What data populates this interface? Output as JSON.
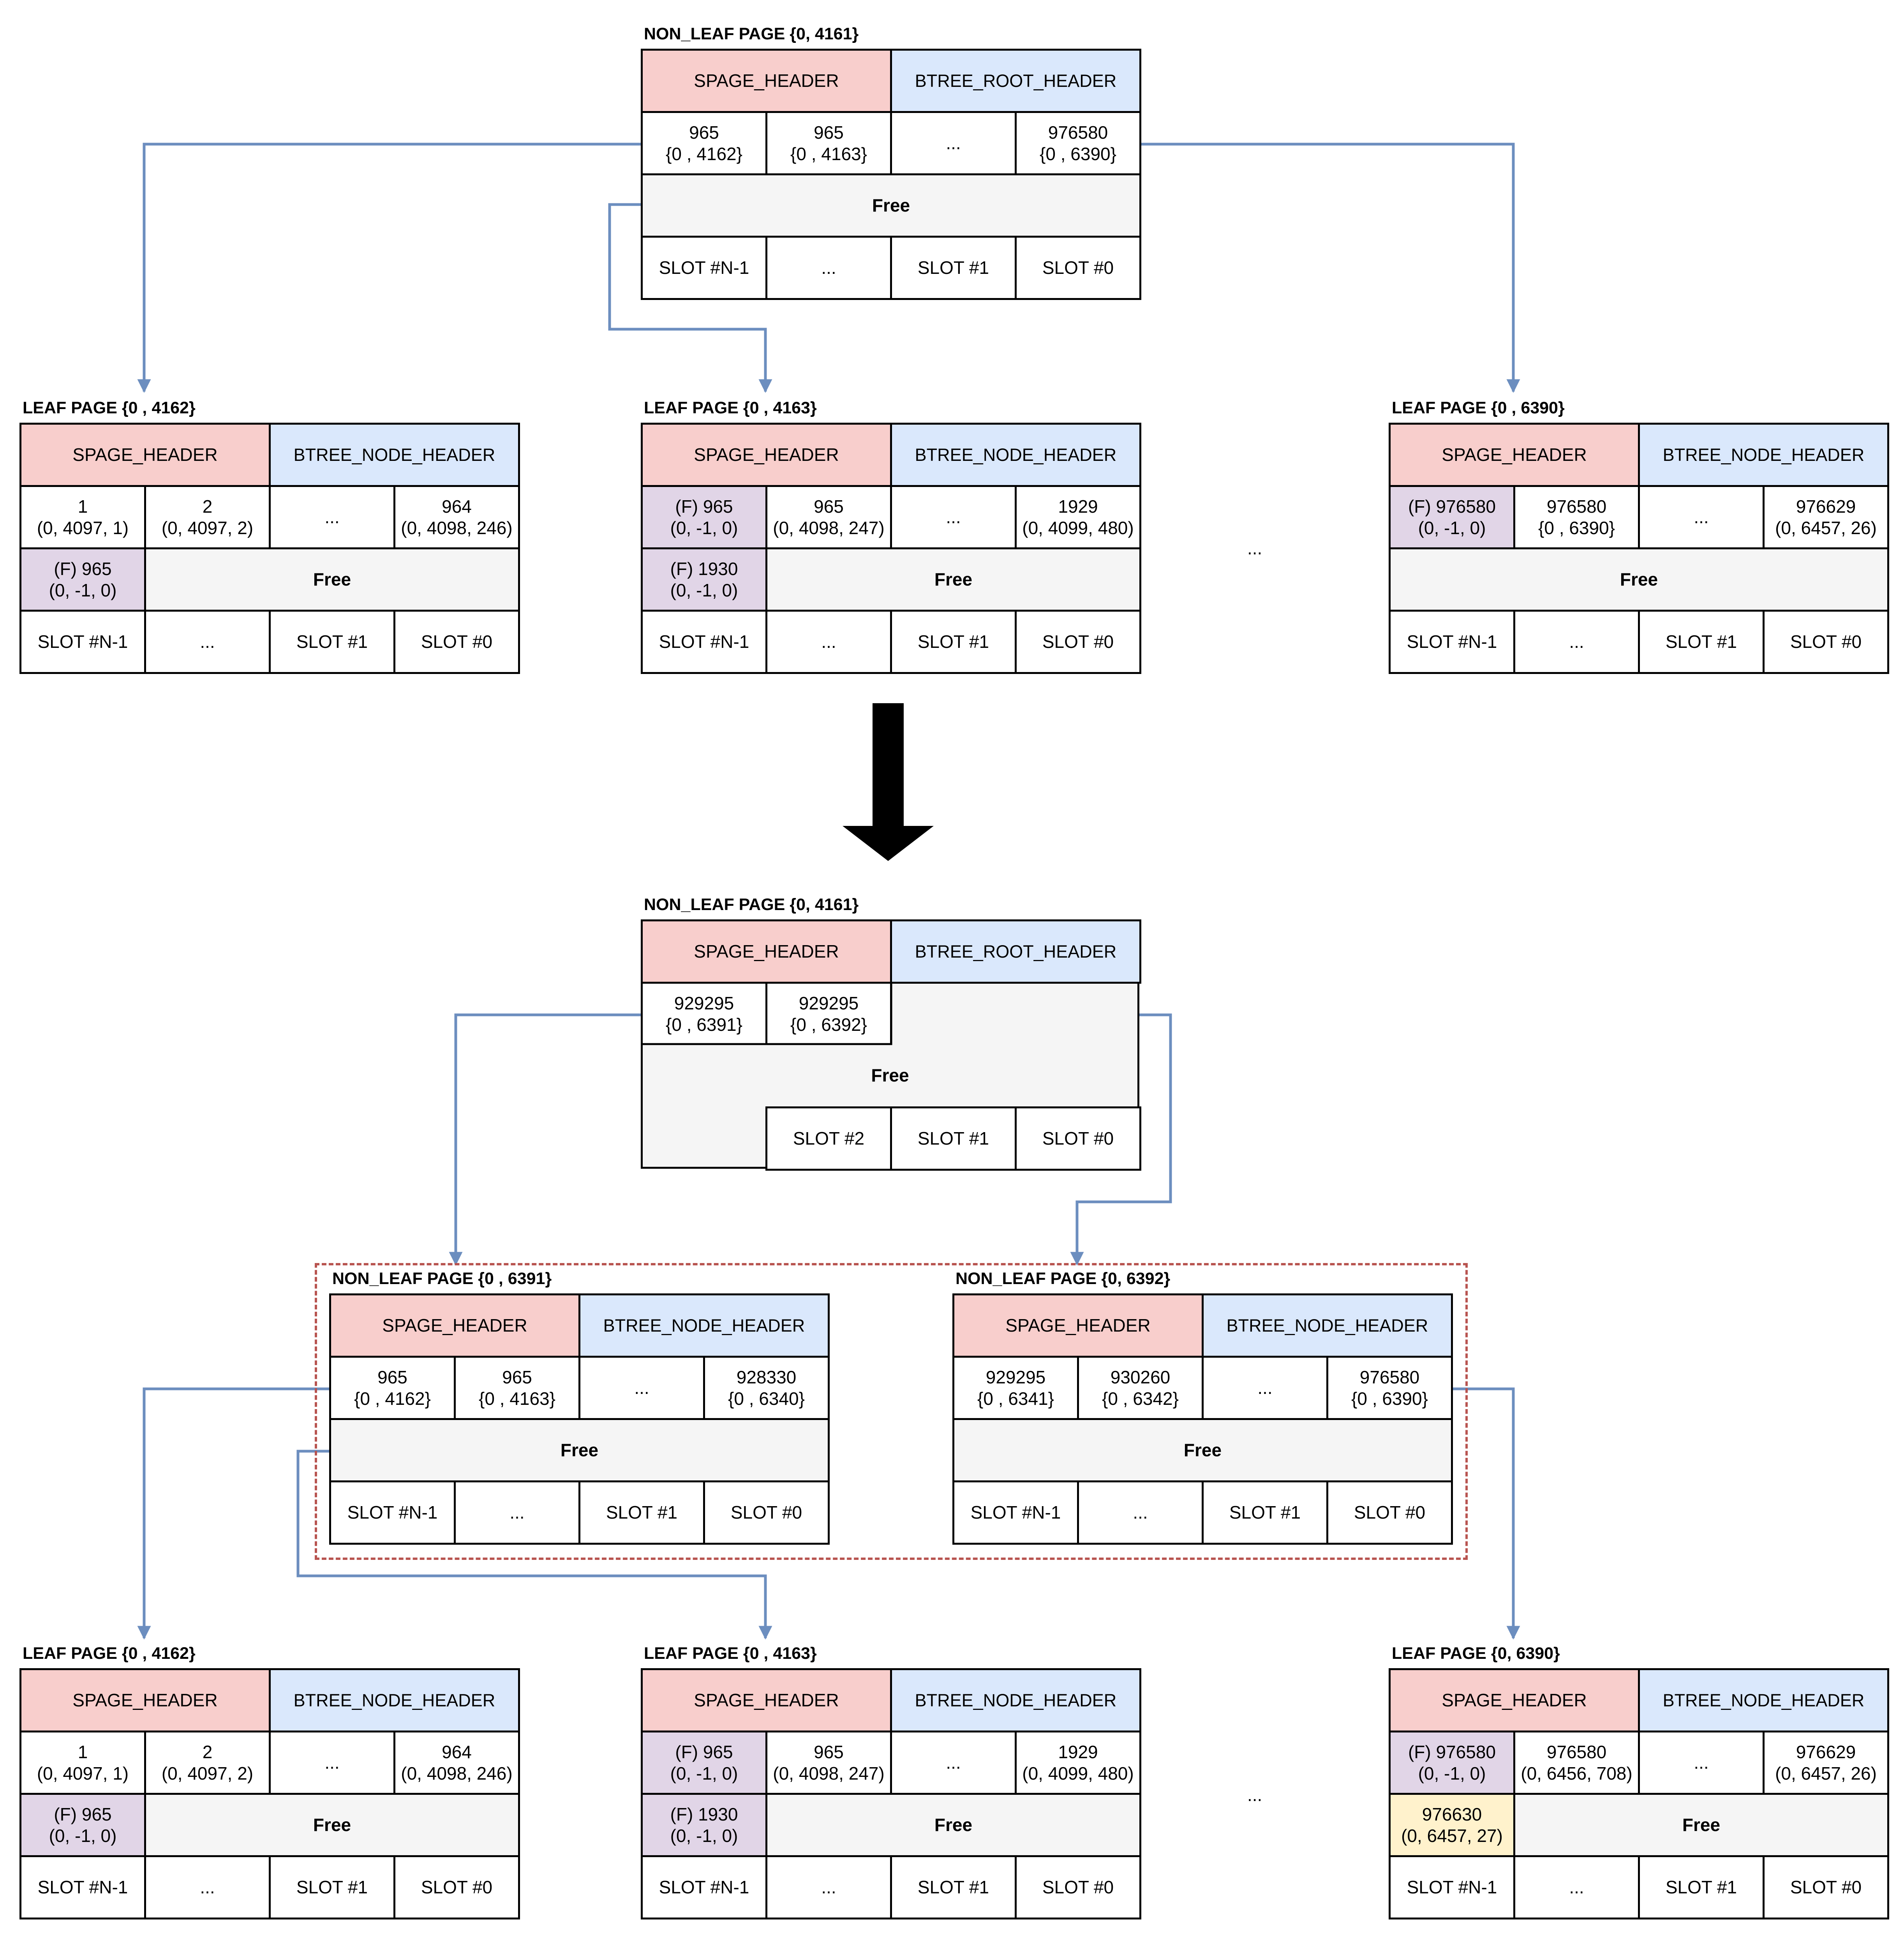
{
  "colors": {
    "spage_header": "#f8cecc",
    "btree_header": "#dae8fc",
    "free": "#f5f5f5",
    "fence_key": "#e1d5e7",
    "new_key": "#fff2cc",
    "arrow": "#6c8ebf",
    "dashed_box": "#b85450",
    "border": "#000000"
  },
  "top": {
    "root": {
      "title": "NON_LEAF PAGE {0, 4161}",
      "cells": [
        "SPAGE_HEADER",
        "BTREE_ROOT_HEADER",
        "965\n{0 , 4162}",
        "965\n{0 , 4163}",
        "...",
        "976580\n{0 , 6390}",
        "Free",
        "SLOT #N-1",
        "...",
        "SLOT #1",
        "SLOT #0"
      ]
    },
    "leaf_left": {
      "title": "LEAF PAGE {0 , 4162}",
      "cells": [
        "SPAGE_HEADER",
        "BTREE_NODE_HEADER",
        "1\n(0, 4097, 1)",
        "2\n(0, 4097, 2)",
        "...",
        "964\n(0, 4098, 246)",
        "(F) 965\n(0, -1, 0)",
        "Free",
        "SLOT #N-1",
        "...",
        "SLOT #1",
        "SLOT #0"
      ]
    },
    "leaf_mid": {
      "title": "LEAF PAGE {0 , 4163}",
      "cells": [
        "SPAGE_HEADER",
        "BTREE_NODE_HEADER",
        "(F) 965\n(0, -1, 0)",
        "965\n(0, 4098, 247)",
        "...",
        "1929\n(0, 4099, 480)",
        "(F) 1930\n(0, -1, 0)",
        "Free",
        "SLOT #N-1",
        "...",
        "SLOT #1",
        "SLOT #0"
      ]
    },
    "leaf_right": {
      "title": "LEAF PAGE {0 , 6390}",
      "cells": [
        "SPAGE_HEADER",
        "BTREE_NODE_HEADER",
        "(F) 976580\n(0, -1, 0)",
        "976580\n{0 , 6390}",
        "...",
        "976629\n(0, 6457, 26)",
        "Free",
        "SLOT #N-1",
        "...",
        "SLOT #1",
        "SLOT #0"
      ]
    },
    "gap_ellipsis": "..."
  },
  "bottom": {
    "root": {
      "title": "NON_LEAF PAGE {0, 4161}",
      "cells": [
        "SPAGE_HEADER",
        "BTREE_ROOT_HEADER",
        "929295\n{0 , 6391}",
        "929295\n{0 , 6392}",
        "Free",
        "SLOT #2",
        "SLOT #1",
        "SLOT #0"
      ]
    },
    "mid_left": {
      "title": "NON_LEAF PAGE {0 , 6391}",
      "cells": [
        "SPAGE_HEADER",
        "BTREE_NODE_HEADER",
        "965\n{0 , 4162}",
        "965\n{0 , 4163}",
        "...",
        "928330\n{0 , 6340}",
        "Free",
        "SLOT #N-1",
        "...",
        "SLOT #1",
        "SLOT #0"
      ]
    },
    "mid_right": {
      "title": "NON_LEAF PAGE {0, 6392}",
      "cells": [
        "SPAGE_HEADER",
        "BTREE_NODE_HEADER",
        "929295\n{0 , 6341}",
        "930260\n{0 , 6342}",
        "...",
        "976580\n{0 , 6390}",
        "Free",
        "SLOT #N-1",
        "...",
        "SLOT #1",
        "SLOT #0"
      ]
    },
    "leaf_left": {
      "title": "LEAF PAGE {0 , 4162}",
      "cells": [
        "SPAGE_HEADER",
        "BTREE_NODE_HEADER",
        "1\n(0, 4097, 1)",
        "2\n(0, 4097, 2)",
        "...",
        "964\n(0, 4098, 246)",
        "(F) 965\n(0, -1, 0)",
        "Free",
        "SLOT #N-1",
        "...",
        "SLOT #1",
        "SLOT #0"
      ]
    },
    "leaf_mid": {
      "title": "LEAF PAGE {0 , 4163}",
      "cells": [
        "SPAGE_HEADER",
        "BTREE_NODE_HEADER",
        "(F) 965\n(0, -1, 0)",
        "965\n(0, 4098, 247)",
        "...",
        "1929\n(0, 4099, 480)",
        "(F) 1930\n(0, -1, 0)",
        "Free",
        "SLOT #N-1",
        "...",
        "SLOT #1",
        "SLOT #0"
      ]
    },
    "leaf_right": {
      "title": "LEAF PAGE {0, 6390}",
      "cells": [
        "SPAGE_HEADER",
        "BTREE_NODE_HEADER",
        "(F) 976580\n(0, -1, 0)",
        "976580\n(0, 6456, 708)",
        "...",
        "976629\n(0, 6457, 26)",
        "976630\n(0, 6457, 27)",
        "Free",
        "SLOT #N-1",
        "...",
        "SLOT #1",
        "SLOT #0"
      ]
    },
    "gap_ellipsis": "..."
  }
}
